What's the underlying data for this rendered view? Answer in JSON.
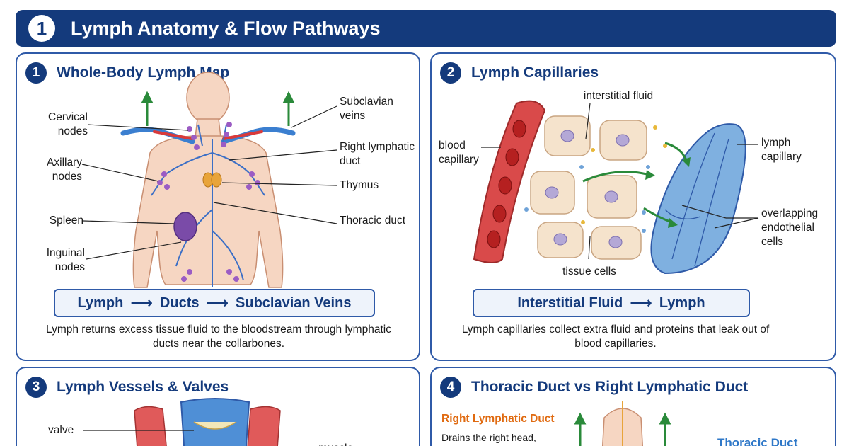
{
  "banner": {
    "number": "1",
    "title": "Lymph Anatomy & Flow Pathways"
  },
  "panel1": {
    "number": "1",
    "title": "Whole-Body Lymph Map",
    "labels": {
      "cervical": "Cervical nodes",
      "axillary": "Axillary nodes",
      "spleen": "Spleen",
      "inguinal": "Inguinal nodes",
      "subclavian": "Subclavian veins",
      "right_duct": "Right lymphatic duct",
      "thymus": "Thymus",
      "thoracic": "Thoracic duct"
    },
    "flow": [
      "Lymph",
      "Ducts",
      "Subclavian Veins"
    ],
    "caption": "Lymph returns excess tissue fluid to the bloodstream through lymphatic ducts near the collarbones."
  },
  "panel2": {
    "number": "2",
    "title": "Lymph Capillaries",
    "labels": {
      "interstitial": "interstitial fluid",
      "blood_cap": "blood capillary",
      "lymph_cap": "lymph capillary",
      "overlapping": "overlapping endothelial cells",
      "tissue": "tissue cells"
    },
    "flow": [
      "Interstitial Fluid",
      "Lymph"
    ],
    "caption": "Lymph capillaries collect extra fluid and proteins that leak out of blood capillaries."
  },
  "panel3": {
    "number": "3",
    "title": "Lymph Vessels & Valves",
    "labels": {
      "valve": "valve",
      "muscle": "muscle"
    }
  },
  "panel4": {
    "number": "4",
    "title": "Thoracic Duct vs Right Lymphatic Duct",
    "right_duct_title": "Right Lymphatic Duct",
    "right_duct_desc": "Drains the right head,",
    "thoracic_title": "Thoracic Duct"
  },
  "colors": {
    "navy": "#143a7c",
    "accent": "#2f5aa8",
    "orange": "#e06a10"
  }
}
